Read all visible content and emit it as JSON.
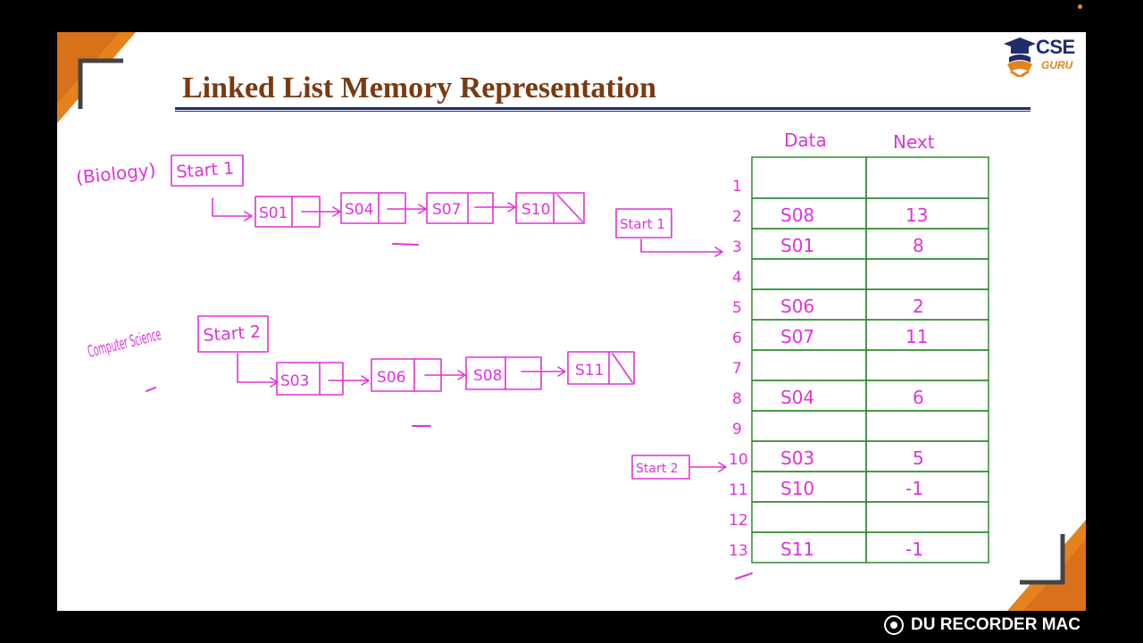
{
  "slide": {
    "title": "Linked List Memory Representation"
  },
  "logo": {
    "cse": "CSE",
    "guru": "GURU"
  },
  "recorder": {
    "label": "DU RECORDER MAC",
    "icon": "camera-record-icon"
  },
  "colors": {
    "title": "#7a3a12",
    "rule": "#1f2d6b",
    "ink": "#e032d9",
    "table_border": "#2e8b2e",
    "corner_accent": "#e5821d"
  },
  "lists": {
    "biology": {
      "label": "(Biology)",
      "start_label": "Start 1",
      "nodes": [
        "S01",
        "S04",
        "S07",
        "S10"
      ]
    },
    "computer": {
      "label": "Computer Science",
      "start_label": "Start 2",
      "nodes": [
        "S03",
        "S06",
        "S08",
        "S11"
      ]
    }
  },
  "table": {
    "headers": {
      "data": "Data",
      "next": "Next"
    },
    "pointers": {
      "start1": "Start 1",
      "start2": "Start 2"
    },
    "rows": [
      {
        "index": "1",
        "data": "",
        "next": ""
      },
      {
        "index": "2",
        "data": "S08",
        "next": "13"
      },
      {
        "index": "3",
        "data": "S01",
        "next": "8"
      },
      {
        "index": "4",
        "data": "",
        "next": ""
      },
      {
        "index": "5",
        "data": "S06",
        "next": "2"
      },
      {
        "index": "6",
        "data": "S07",
        "next": "11"
      },
      {
        "index": "7",
        "data": "",
        "next": ""
      },
      {
        "index": "8",
        "data": "S04",
        "next": "6"
      },
      {
        "index": "9",
        "data": "",
        "next": ""
      },
      {
        "index": "10",
        "data": "S03",
        "next": "5"
      },
      {
        "index": "11",
        "data": "S10",
        "next": "-1"
      },
      {
        "index": "12",
        "data": "",
        "next": ""
      },
      {
        "index": "13",
        "data": "S11",
        "next": "-1"
      }
    ]
  }
}
